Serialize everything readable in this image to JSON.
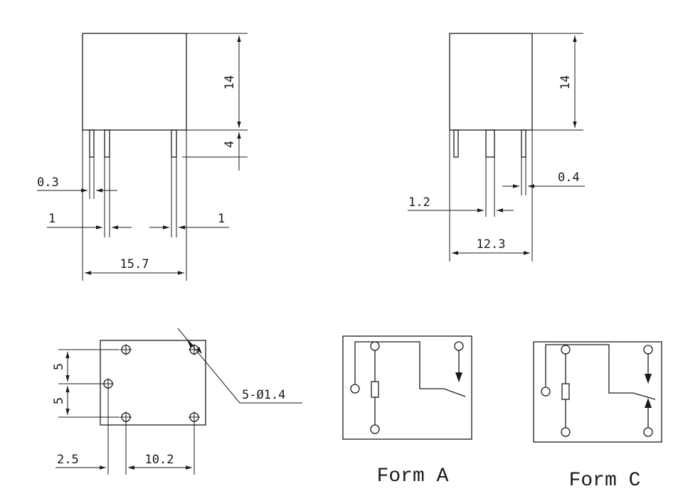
{
  "side_view": {
    "height_body": "14",
    "height_pins": "4",
    "pin_thickness": "0.3",
    "pin_offset_left": "1",
    "pin_offset_right": "1",
    "length": "15.7"
  },
  "end_view": {
    "height_body": "14",
    "pin_width_thin": "0.4",
    "pin_width_wide": "1.2",
    "width": "12.3"
  },
  "footprint": {
    "pitch_top": "5",
    "pitch_bottom": "5",
    "offset_x": "2.5",
    "span_x": "10.2",
    "hole_spec": "5-Ø1.4"
  },
  "schematics": {
    "form_a_label": "Form A",
    "form_c_label": "Form C"
  }
}
